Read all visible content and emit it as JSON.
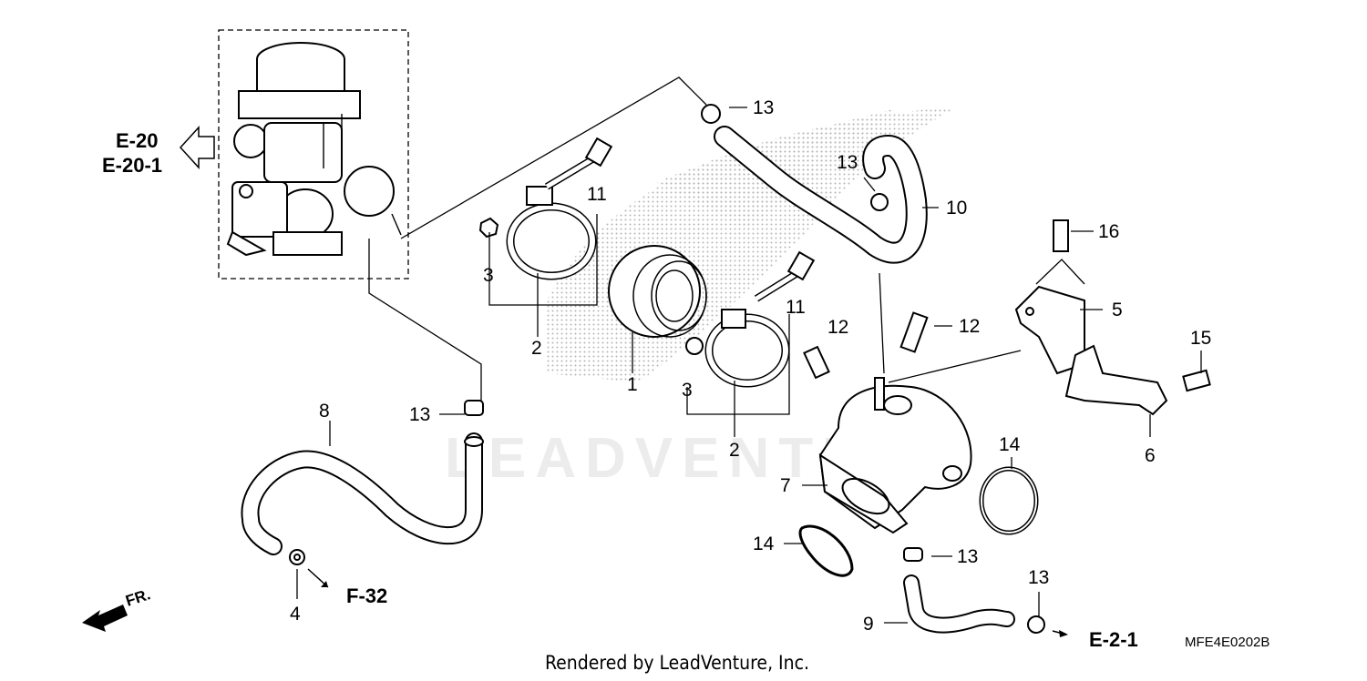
{
  "watermark": "LEADVENTURE",
  "footer": {
    "rendered_by": "Rendered by LeadVenture, Inc.",
    "diagram_code": "MFE4E0202B"
  },
  "references": {
    "e20": "E-20",
    "e20_1": "E-20-1",
    "f32": "F-32",
    "e2_1": "E-2-1",
    "front": "FR."
  },
  "callouts": {
    "c1": "1",
    "c2a": "2",
    "c2b": "2",
    "c3a": "3",
    "c3b": "3",
    "c4": "4",
    "c5": "5",
    "c6": "6",
    "c7": "7",
    "c8": "8",
    "c9": "9",
    "c10": "10",
    "c11a": "11",
    "c11b": "11",
    "c12a": "12",
    "c12b": "12",
    "c13a": "13",
    "c13b": "13",
    "c13c": "13",
    "c13d": "13",
    "c13e": "13",
    "c14a": "14",
    "c14b": "14",
    "c15": "15",
    "c16": "16"
  },
  "colors": {
    "line": "#000000",
    "background": "#ffffff",
    "watermark": "#e6e6e6"
  },
  "icons": [
    "arrow-left-icon",
    "front-arrow-icon",
    "arrow-right-icon"
  ]
}
